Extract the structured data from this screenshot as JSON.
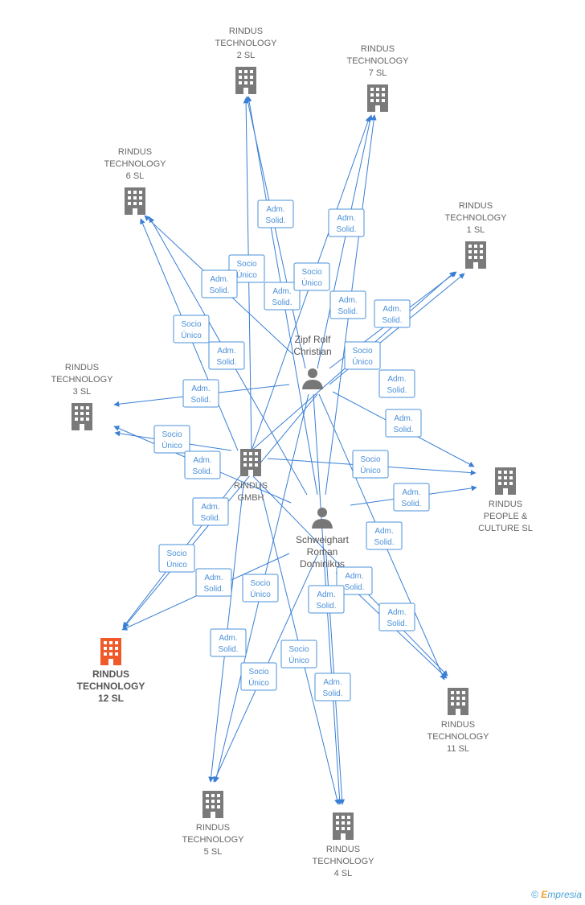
{
  "companies": [
    {
      "id": "t2",
      "lines": [
        "RINDUS",
        "TECHNOLOGY",
        "2  SL"
      ]
    },
    {
      "id": "t7",
      "lines": [
        "RINDUS",
        "TECHNOLOGY",
        "7  SL"
      ]
    },
    {
      "id": "t6",
      "lines": [
        "RINDUS",
        "TECHNOLOGY",
        "6  SL"
      ]
    },
    {
      "id": "t1",
      "lines": [
        "RINDUS",
        "TECHNOLOGY",
        "1  SL"
      ]
    },
    {
      "id": "t3",
      "lines": [
        "RINDUS",
        "TECHNOLOGY",
        "3  SL"
      ]
    },
    {
      "id": "gmbh",
      "lines": [
        "RINDUS",
        "GMBH"
      ]
    },
    {
      "id": "people",
      "lines": [
        "RINDUS",
        "PEOPLE &",
        "CULTURE  SL"
      ]
    },
    {
      "id": "t12",
      "lines": [
        "RINDUS",
        "TECHNOLOGY",
        "12  SL"
      ],
      "focus": true
    },
    {
      "id": "t11",
      "lines": [
        "RINDUS",
        "TECHNOLOGY",
        "11  SL"
      ]
    },
    {
      "id": "t5",
      "lines": [
        "RINDUS",
        "TECHNOLOGY",
        "5  SL"
      ]
    },
    {
      "id": "t4",
      "lines": [
        "RINDUS",
        "TECHNOLOGY",
        "4  SL"
      ]
    }
  ],
  "persons": [
    {
      "id": "zipf",
      "lines": [
        "Zipf Rolf",
        "Christian"
      ]
    },
    {
      "id": "schw",
      "lines": [
        "Schweighart",
        "Roman",
        "Dominikus"
      ]
    }
  ],
  "edge_labels": [
    {
      "id": "l1",
      "lines": [
        "Adm.",
        "Solid."
      ]
    },
    {
      "id": "l2",
      "lines": [
        "Adm.",
        "Solid."
      ]
    },
    {
      "id": "l3",
      "lines": [
        "Socio",
        "Único"
      ]
    },
    {
      "id": "l4",
      "lines": [
        "Adm.",
        "Solid."
      ]
    },
    {
      "id": "l5",
      "lines": [
        "Adm.",
        "Solid."
      ]
    },
    {
      "id": "l6",
      "lines": [
        "Socio",
        "Único"
      ]
    },
    {
      "id": "l7",
      "lines": [
        "Adm.",
        "Solid."
      ]
    },
    {
      "id": "l8",
      "lines": [
        "Adm.",
        "Solid."
      ]
    },
    {
      "id": "l9",
      "lines": [
        "Socio",
        "Único"
      ]
    },
    {
      "id": "l10",
      "lines": [
        "Adm.",
        "Solid."
      ]
    },
    {
      "id": "l11",
      "lines": [
        "Socio",
        "Único"
      ]
    },
    {
      "id": "l12",
      "lines": [
        "Adm.",
        "Solid."
      ]
    },
    {
      "id": "l13",
      "lines": [
        "Adm.",
        "Solid."
      ]
    },
    {
      "id": "l14",
      "lines": [
        "Adm.",
        "Solid."
      ]
    },
    {
      "id": "l15",
      "lines": [
        "Socio",
        "Único"
      ]
    },
    {
      "id": "l16",
      "lines": [
        "Adm.",
        "Solid."
      ]
    },
    {
      "id": "l17",
      "lines": [
        "Socio",
        "Único"
      ]
    },
    {
      "id": "l18",
      "lines": [
        "Adm.",
        "Solid."
      ]
    },
    {
      "id": "l19",
      "lines": [
        "Adm.",
        "Solid."
      ]
    },
    {
      "id": "l20",
      "lines": [
        "Adm.",
        "Solid."
      ]
    },
    {
      "id": "l21",
      "lines": [
        "Socio",
        "Único"
      ]
    },
    {
      "id": "l22",
      "lines": [
        "Adm.",
        "Solid."
      ]
    },
    {
      "id": "l23",
      "lines": [
        "Adm.",
        "Solid."
      ]
    },
    {
      "id": "l24",
      "lines": [
        "Socio",
        "Único"
      ]
    },
    {
      "id": "l25",
      "lines": [
        "Adm.",
        "Solid."
      ]
    },
    {
      "id": "l26",
      "lines": [
        "Adm.",
        "Solid."
      ]
    },
    {
      "id": "l27",
      "lines": [
        "Adm.",
        "Solid."
      ]
    },
    {
      "id": "l28",
      "lines": [
        "Socio",
        "Único"
      ]
    },
    {
      "id": "l29",
      "lines": [
        "Socio",
        "Único"
      ]
    },
    {
      "id": "l30",
      "lines": [
        "Adm.",
        "Solid."
      ]
    },
    {
      "id": "l31",
      "lines": [
        "Adm.",
        "Solid."
      ]
    }
  ],
  "colors": {
    "edge": "#3a7fd5",
    "building": "#7a7a7a",
    "focus_building": "#f05a28"
  },
  "brand": {
    "symbol": "©",
    "first": "E",
    "rest": "mpresia"
  }
}
